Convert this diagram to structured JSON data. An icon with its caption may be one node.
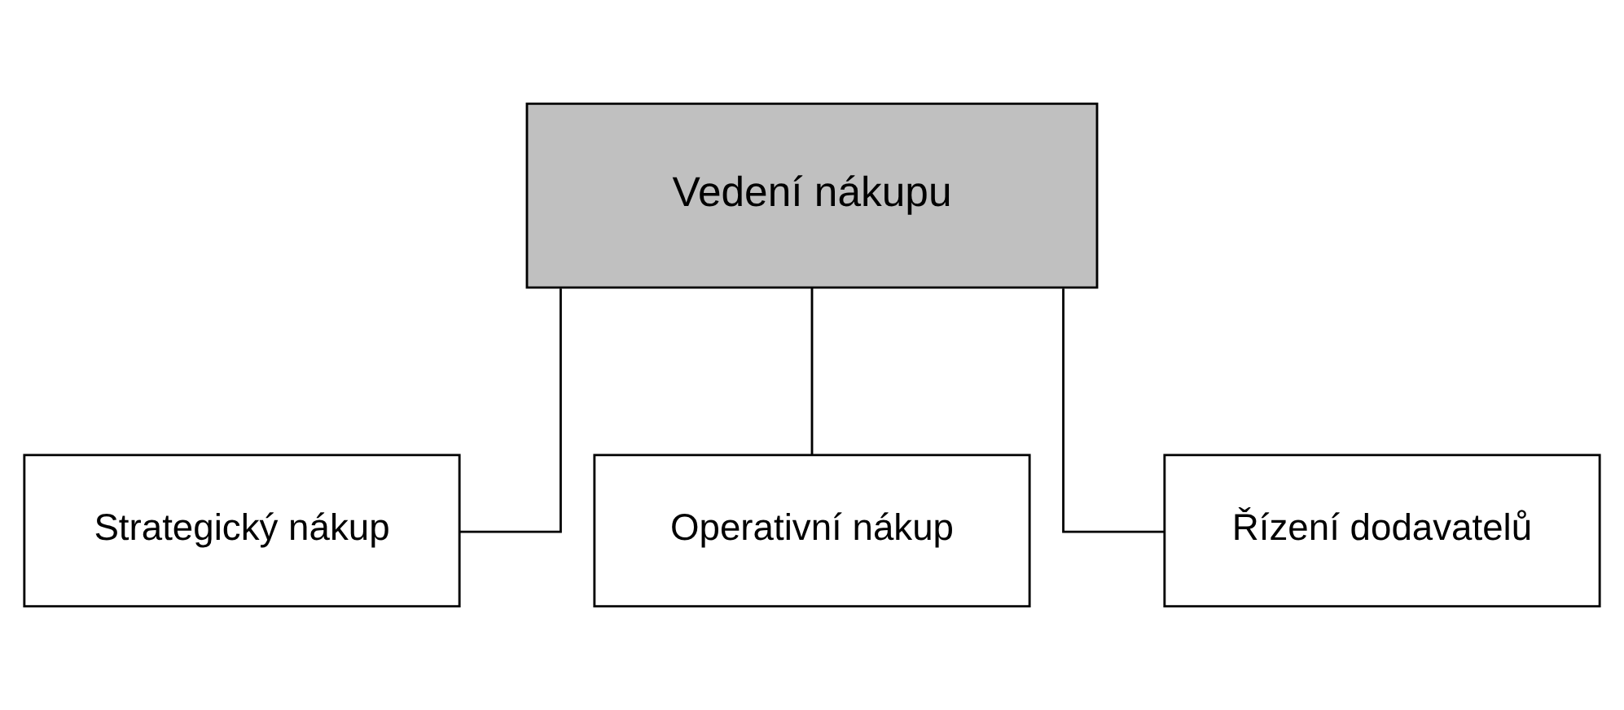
{
  "diagram": {
    "nodes": [
      {
        "text": [
          "Vedení nákupu"
        ]
      },
      {
        "text": [
          "Strategický nákup"
        ]
      },
      {
        "text": [
          "Operativní nákup"
        ]
      },
      {
        "text": [
          "Řízení dodavatelů"
        ]
      }
    ],
    "edges": [
      {
        "from": 0,
        "to": 1,
        "arrow": "none"
      },
      {
        "from": 0,
        "to": 2,
        "arrow": "none"
      },
      {
        "from": 0,
        "to": 3,
        "arrow": "none"
      }
    ]
  }
}
